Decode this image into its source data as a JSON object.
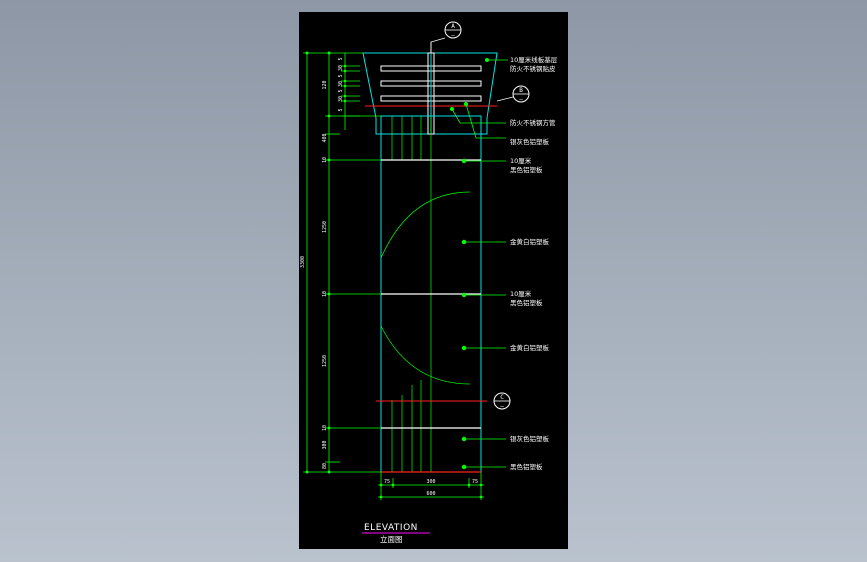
{
  "drawing": {
    "title": "ELEVATION",
    "subtitle": "立面图",
    "colors": {
      "background": "#000000",
      "outline": "#00e5e5",
      "green": "#00ff00",
      "white": "#ffffff",
      "red": "#ff2020",
      "magenta": "#ff00ff",
      "yellow": "#ffff00"
    }
  },
  "section_markers": {
    "a": {
      "top": "A",
      "bottom": "—"
    },
    "b": {
      "top": "B",
      "bottom": "—"
    },
    "c": {
      "top": "C",
      "bottom": "—"
    }
  },
  "annotations": [
    {
      "line1": "10厘米线板基层",
      "line2": "防火不锈钢贴皮"
    },
    {
      "line1": "防火不锈钢方管",
      "line2": ""
    },
    {
      "line1": "银灰色铝塑板",
      "line2": ""
    },
    {
      "line1": "10厘米",
      "line2": "黑色铝塑板"
    },
    {
      "line1": "金黄白铝塑板",
      "line2": ""
    },
    {
      "line1": "10厘米",
      "line2": "黑色铝塑板"
    },
    {
      "line1": "金黄白铝塑板",
      "line2": ""
    },
    {
      "line1": "银灰色铝塑板",
      "line2": ""
    },
    {
      "line1": "黑色铝塑板",
      "line2": ""
    }
  ],
  "left_dimensions": {
    "total": "3300",
    "segments": [
      "120",
      "480",
      "10",
      "1250",
      "10",
      "1250",
      "10",
      "300",
      "80"
    ],
    "top_small": [
      "5",
      "30",
      "5",
      "30",
      "5",
      "30",
      "5"
    ]
  },
  "bottom_dimensions": {
    "parts": [
      "75",
      "300",
      "75"
    ],
    "total": "600"
  }
}
